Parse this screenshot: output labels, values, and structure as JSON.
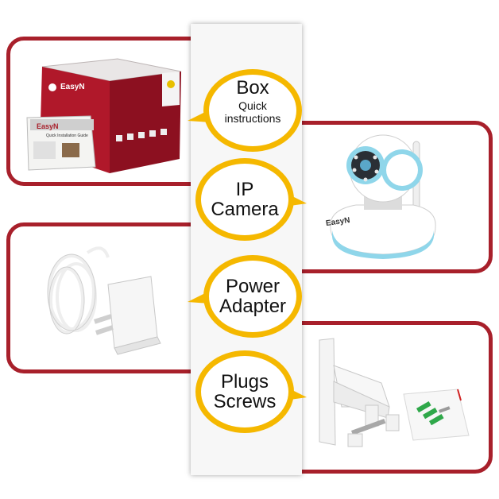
{
  "sections": [
    {
      "id": "box",
      "title": "Box",
      "subtitle": "Quick instructions",
      "icon": "box-with-manual"
    },
    {
      "id": "camera",
      "title_line1": "IP",
      "title_line2": "Camera",
      "icon": "ip-camera"
    },
    {
      "id": "power",
      "title_line1": "Power",
      "title_line2": "Adapter",
      "icon": "power-adapter"
    },
    {
      "id": "plugs",
      "title_line1": "Plugs",
      "title_line2": "Screws",
      "icon": "wall-mount-bracket"
    }
  ],
  "brand": "EasyN",
  "manual_caption": "Quick Installation Guide",
  "colors": {
    "frame": "#a8202b",
    "bubble": "#f5b800",
    "bubble_inner": "#ffffff",
    "camera_accent": "#7fd0e8"
  }
}
